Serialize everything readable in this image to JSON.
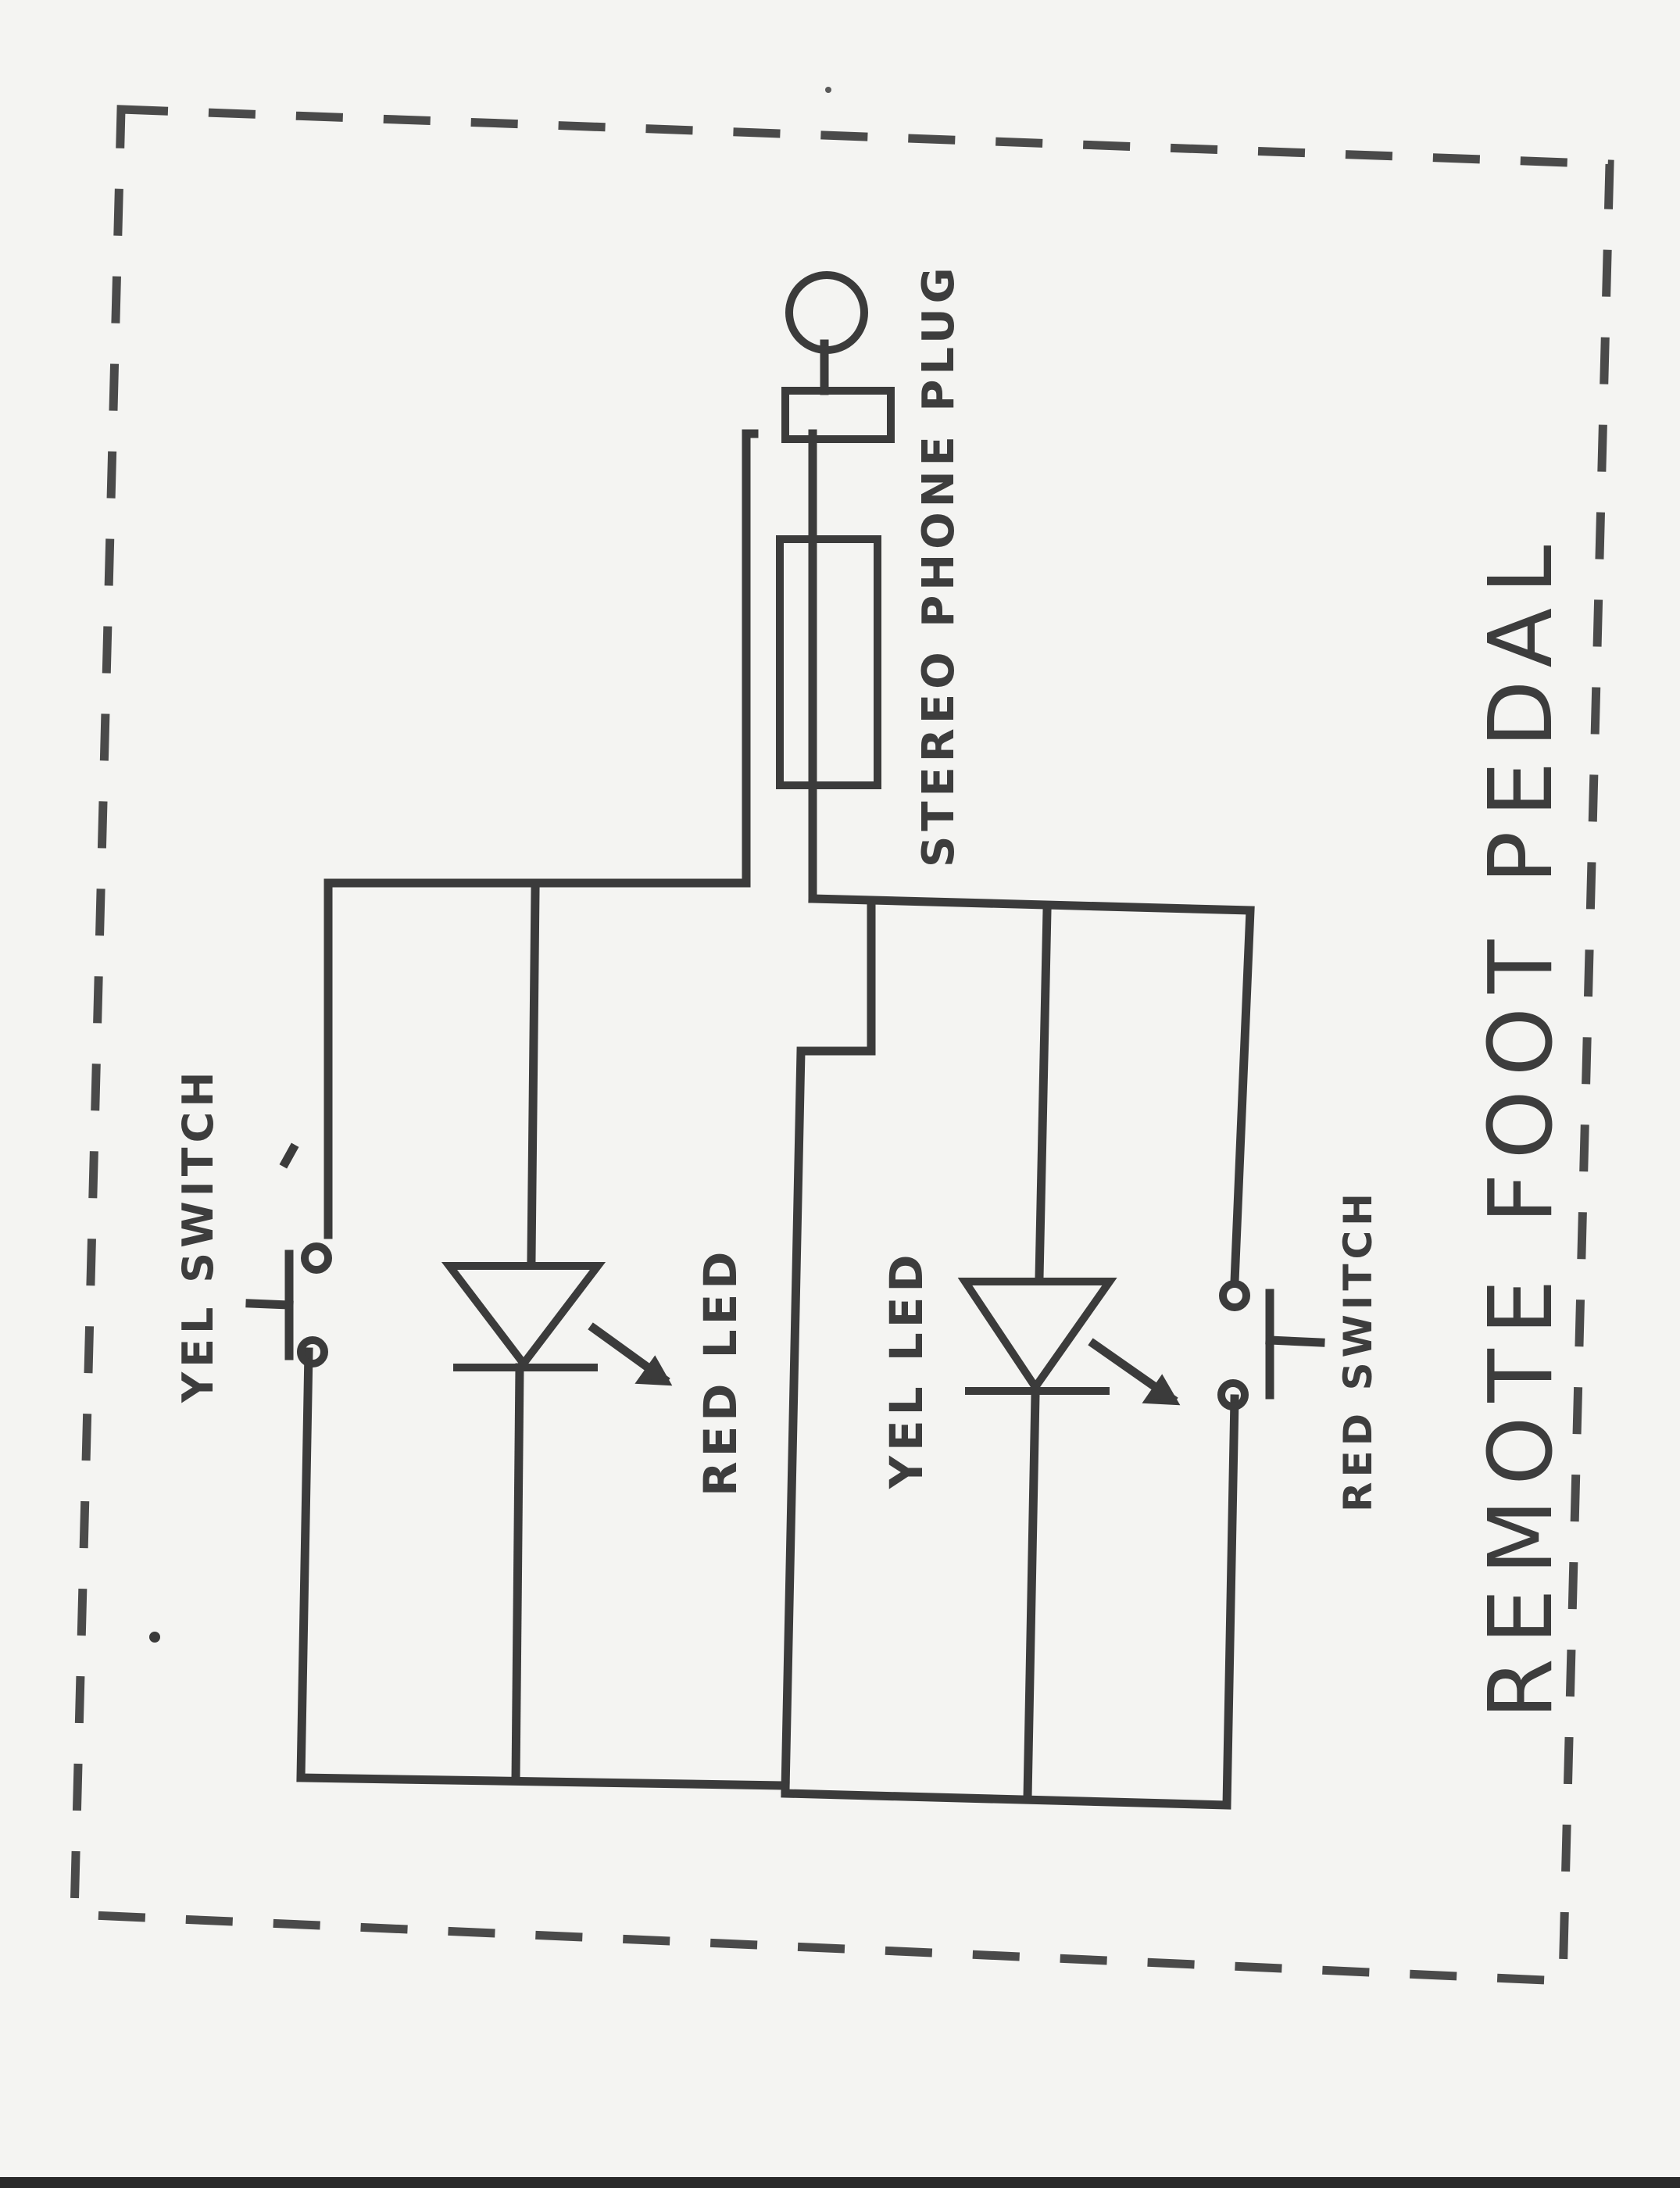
{
  "diagram": {
    "title": "REMOTE FOOT PEDAL",
    "labels": {
      "plug": "STEREO PHONE PLUG",
      "red_led": "RED LED",
      "yel_led": "YEL LED",
      "yel_switch": "YEL SWITCH",
      "red_switch": "RED SWITCH"
    }
  }
}
